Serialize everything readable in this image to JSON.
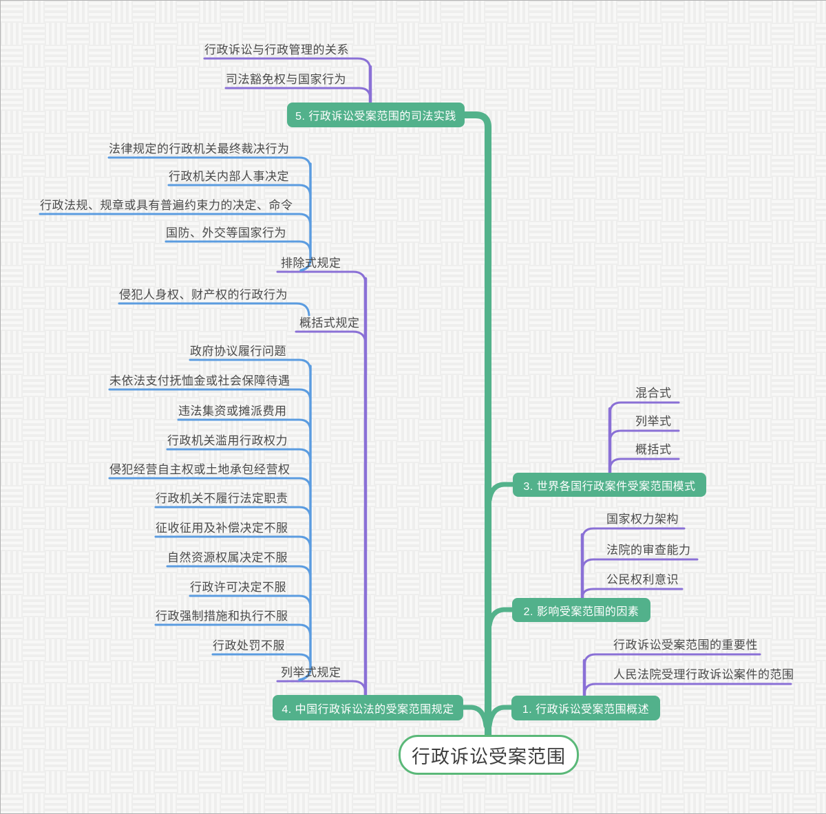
{
  "root": {
    "label": "行政诉讼受案范围"
  },
  "branches": [
    {
      "label": "1. 行政诉讼受案范围概述",
      "children": [
        {
          "label": "行政诉讼受案范围的重要性"
        },
        {
          "label": "人民法院受理行政诉讼案件的范围"
        }
      ]
    },
    {
      "label": "2. 影响受案范围的因素",
      "children": [
        {
          "label": "国家权力架构"
        },
        {
          "label": "法院的审查能力"
        },
        {
          "label": "公民权利意识"
        }
      ]
    },
    {
      "label": "3. 世界各国行政案件受案范围模式",
      "children": [
        {
          "label": "混合式"
        },
        {
          "label": "列举式"
        },
        {
          "label": "概括式"
        }
      ]
    },
    {
      "label": "4. 中国行政诉讼法的受案范围规定",
      "children": [
        {
          "label": "排除式规定",
          "children": [
            {
              "label": "法律规定的行政机关最终裁决行为"
            },
            {
              "label": "行政机关内部人事决定"
            },
            {
              "label": "行政法规、规章或具有普遍约束力的决定、命令"
            },
            {
              "label": "国防、外交等国家行为"
            }
          ]
        },
        {
          "label": "概括式规定",
          "children": [
            {
              "label": "侵犯人身权、财产权的行政行为"
            }
          ]
        },
        {
          "label": "列举式规定",
          "children": [
            {
              "label": "政府协议履行问题"
            },
            {
              "label": "未依法支付抚恤金或社会保障待遇"
            },
            {
              "label": "违法集资或摊派费用"
            },
            {
              "label": "行政机关滥用行政权力"
            },
            {
              "label": "侵犯经营自主权或土地承包经营权"
            },
            {
              "label": "行政机关不履行法定职责"
            },
            {
              "label": "征收征用及补偿决定不服"
            },
            {
              "label": "自然资源权属决定不服"
            },
            {
              "label": "行政许可决定不服"
            },
            {
              "label": "行政强制措施和执行不服"
            },
            {
              "label": "行政处罚不服"
            }
          ]
        }
      ]
    },
    {
      "label": "5. 行政诉讼受案范围的司法实践",
      "children": [
        {
          "label": "行政诉讼与行政管理的关系"
        },
        {
          "label": "司法豁免权与国家行为"
        }
      ]
    }
  ],
  "colors": {
    "branch_node_fill": "#52b18b",
    "trunk_green": "#53b28b",
    "root_border_green": "#5ab878",
    "sub_connector_purple": "#8a70d6",
    "leaf_connector_blue": "#5b9ce0",
    "topic_text": "#4a4a4a"
  }
}
